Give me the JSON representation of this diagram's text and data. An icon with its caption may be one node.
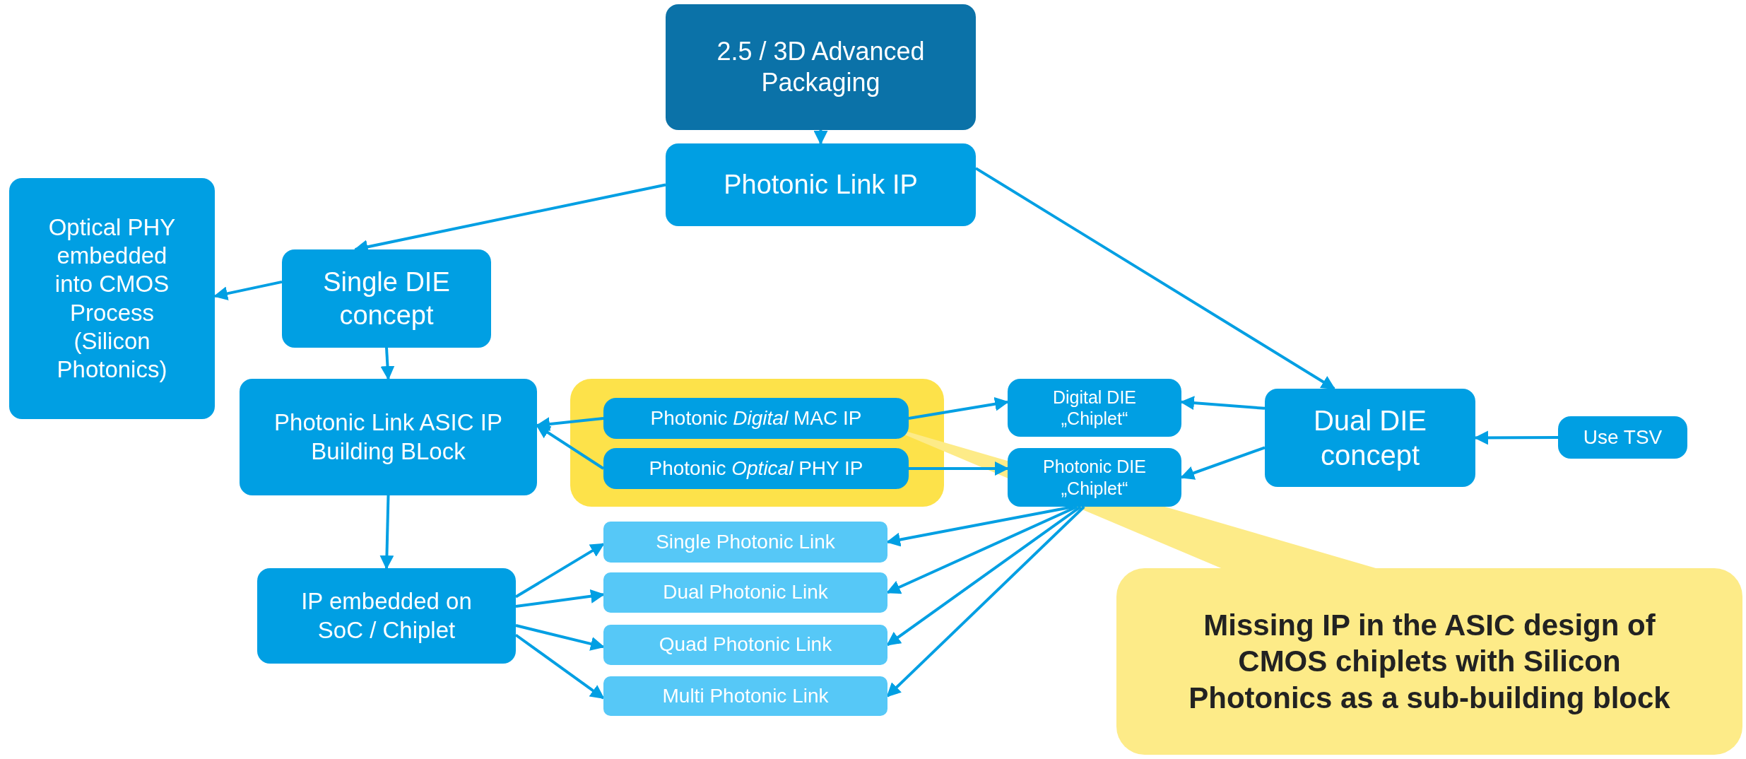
{
  "diagram": {
    "nodes": [
      {
        "text": [
          "2.5 / 3D Advanced Packaging"
        ]
      },
      {
        "text": [
          "Photonic Link IP"
        ]
      },
      {
        "text": [
          "Optical PHY embedded into CMOS Process (Silicon Photonics)"
        ]
      },
      {
        "text": [
          "Single DIE concept"
        ]
      },
      {
        "text": [
          "Photonic Link ASIC IP Building BLock"
        ]
      },
      {
        "text": [
          "IP embedded on SoC / Chiplet"
        ]
      },
      {
        "text": [],
        "shape": "box"
      },
      {
        "text": [
          "Photonic *Digital* MAC IP"
        ],
        "in": 6
      },
      {
        "text": [
          "Photonic *Optical* PHY IP"
        ],
        "in": 6
      },
      {
        "text": [
          "Digital DIE „Chiplet“"
        ]
      },
      {
        "text": [
          "Photonic DIE „Chiplet“"
        ]
      },
      {
        "text": [
          "Dual DIE concept"
        ]
      },
      {
        "text": [
          "Use TSV"
        ]
      },
      {
        "text": [
          "Single Photonic Link"
        ]
      },
      {
        "text": [
          "Dual Photonic Link"
        ]
      },
      {
        "text": [
          "Quad Photonic Link"
        ]
      },
      {
        "text": [
          "Multi Photonic Link"
        ]
      },
      {
        "text": [
          "Missing IP in the ASIC design of CMOS chiplets with Silicon Photonics as a sub-building block"
        ]
      }
    ],
    "edges": [
      {
        "from": 0,
        "to": 1,
        "arrow": "to"
      },
      {
        "from": 1,
        "to": 3,
        "arrow": "to"
      },
      {
        "from": 1,
        "to": 11,
        "arrow": "to"
      },
      {
        "from": 3,
        "to": 2,
        "arrow": "to"
      },
      {
        "from": 3,
        "to": 4,
        "arrow": "to"
      },
      {
        "from": 7,
        "to": 4,
        "arrow": "to"
      },
      {
        "from": 8,
        "to": 4,
        "arrow": "to"
      },
      {
        "from": 4,
        "to": 5,
        "arrow": "to"
      },
      {
        "from": 5,
        "to": 13,
        "arrow": "to"
      },
      {
        "from": 5,
        "to": 14,
        "arrow": "to"
      },
      {
        "from": 5,
        "to": 15,
        "arrow": "to"
      },
      {
        "from": 5,
        "to": 16,
        "arrow": "to"
      },
      {
        "from": 7,
        "to": 9,
        "arrow": "to"
      },
      {
        "from": 8,
        "to": 10,
        "arrow": "to"
      },
      {
        "from": 11,
        "to": 9,
        "arrow": "to"
      },
      {
        "from": 11,
        "to": 10,
        "arrow": "to"
      },
      {
        "from": 12,
        "to": 11,
        "arrow": "to"
      },
      {
        "from": 10,
        "to": 13,
        "arrow": "to"
      },
      {
        "from": 10,
        "to": 14,
        "arrow": "to"
      },
      {
        "from": 10,
        "to": 15,
        "arrow": "to"
      },
      {
        "from": 10,
        "to": 16,
        "arrow": "to"
      }
    ]
  }
}
